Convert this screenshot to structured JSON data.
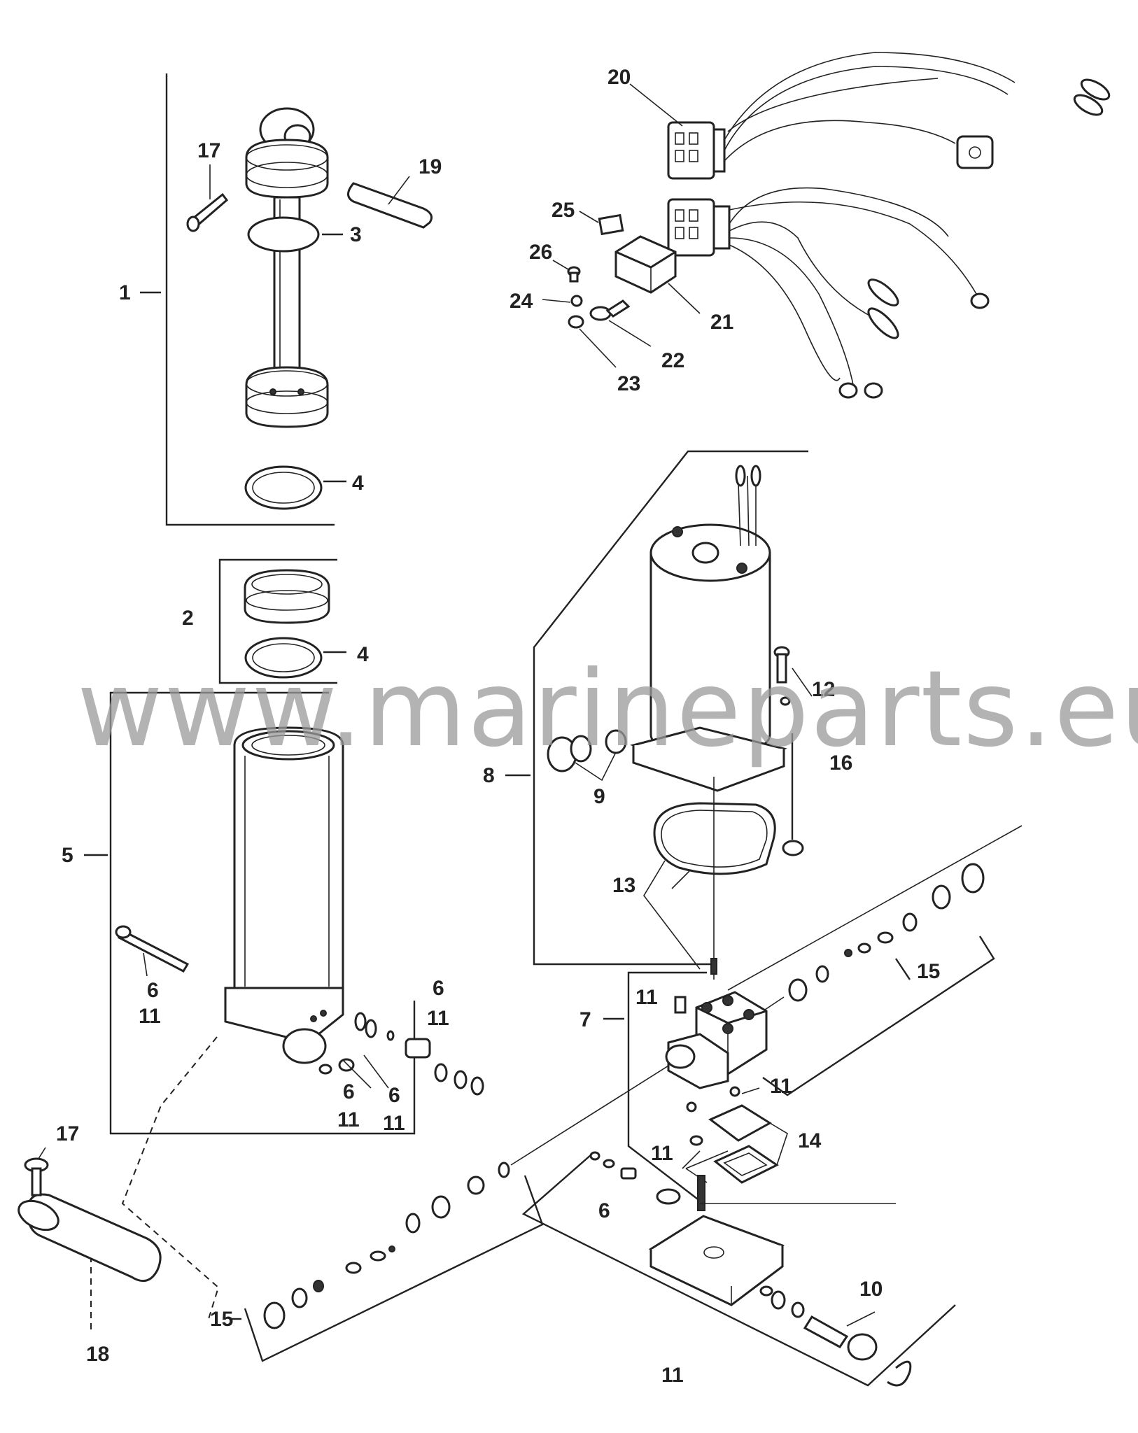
{
  "watermark": "www.marineparts.eu",
  "callouts": [
    {
      "id": "c1",
      "text": "1"
    },
    {
      "id": "c2",
      "text": "2"
    },
    {
      "id": "c3",
      "text": "3"
    },
    {
      "id": "c4a",
      "text": "4"
    },
    {
      "id": "c4b",
      "text": "4"
    },
    {
      "id": "c5",
      "text": "5"
    },
    {
      "id": "c6a",
      "text": "6"
    },
    {
      "id": "c11a",
      "text": "11"
    },
    {
      "id": "c6b",
      "text": "6"
    },
    {
      "id": "c11b",
      "text": "11"
    },
    {
      "id": "c6c",
      "text": "6"
    },
    {
      "id": "c11c",
      "text": "11"
    },
    {
      "id": "c6d",
      "text": "6"
    },
    {
      "id": "c11d",
      "text": "11"
    },
    {
      "id": "c6e",
      "text": "6"
    },
    {
      "id": "c7",
      "text": "7"
    },
    {
      "id": "c8",
      "text": "8"
    },
    {
      "id": "c9",
      "text": "9"
    },
    {
      "id": "c10",
      "text": "10"
    },
    {
      "id": "c11e",
      "text": "11"
    },
    {
      "id": "c11f",
      "text": "11"
    },
    {
      "id": "c11g",
      "text": "11"
    },
    {
      "id": "c11h",
      "text": "11"
    },
    {
      "id": "c12",
      "text": "12"
    },
    {
      "id": "c13",
      "text": "13"
    },
    {
      "id": "c14",
      "text": "14"
    },
    {
      "id": "c15a",
      "text": "15"
    },
    {
      "id": "c15b",
      "text": "15"
    },
    {
      "id": "c16",
      "text": "16"
    },
    {
      "id": "c17a",
      "text": "17"
    },
    {
      "id": "c17b",
      "text": "17"
    },
    {
      "id": "c18",
      "text": "18"
    },
    {
      "id": "c19",
      "text": "19"
    },
    {
      "id": "c20",
      "text": "20"
    },
    {
      "id": "c21",
      "text": "21"
    },
    {
      "id": "c22",
      "text": "22"
    },
    {
      "id": "c23",
      "text": "23"
    },
    {
      "id": "c24",
      "text": "24"
    },
    {
      "id": "c25",
      "text": "25"
    },
    {
      "id": "c26",
      "text": "26"
    }
  ]
}
